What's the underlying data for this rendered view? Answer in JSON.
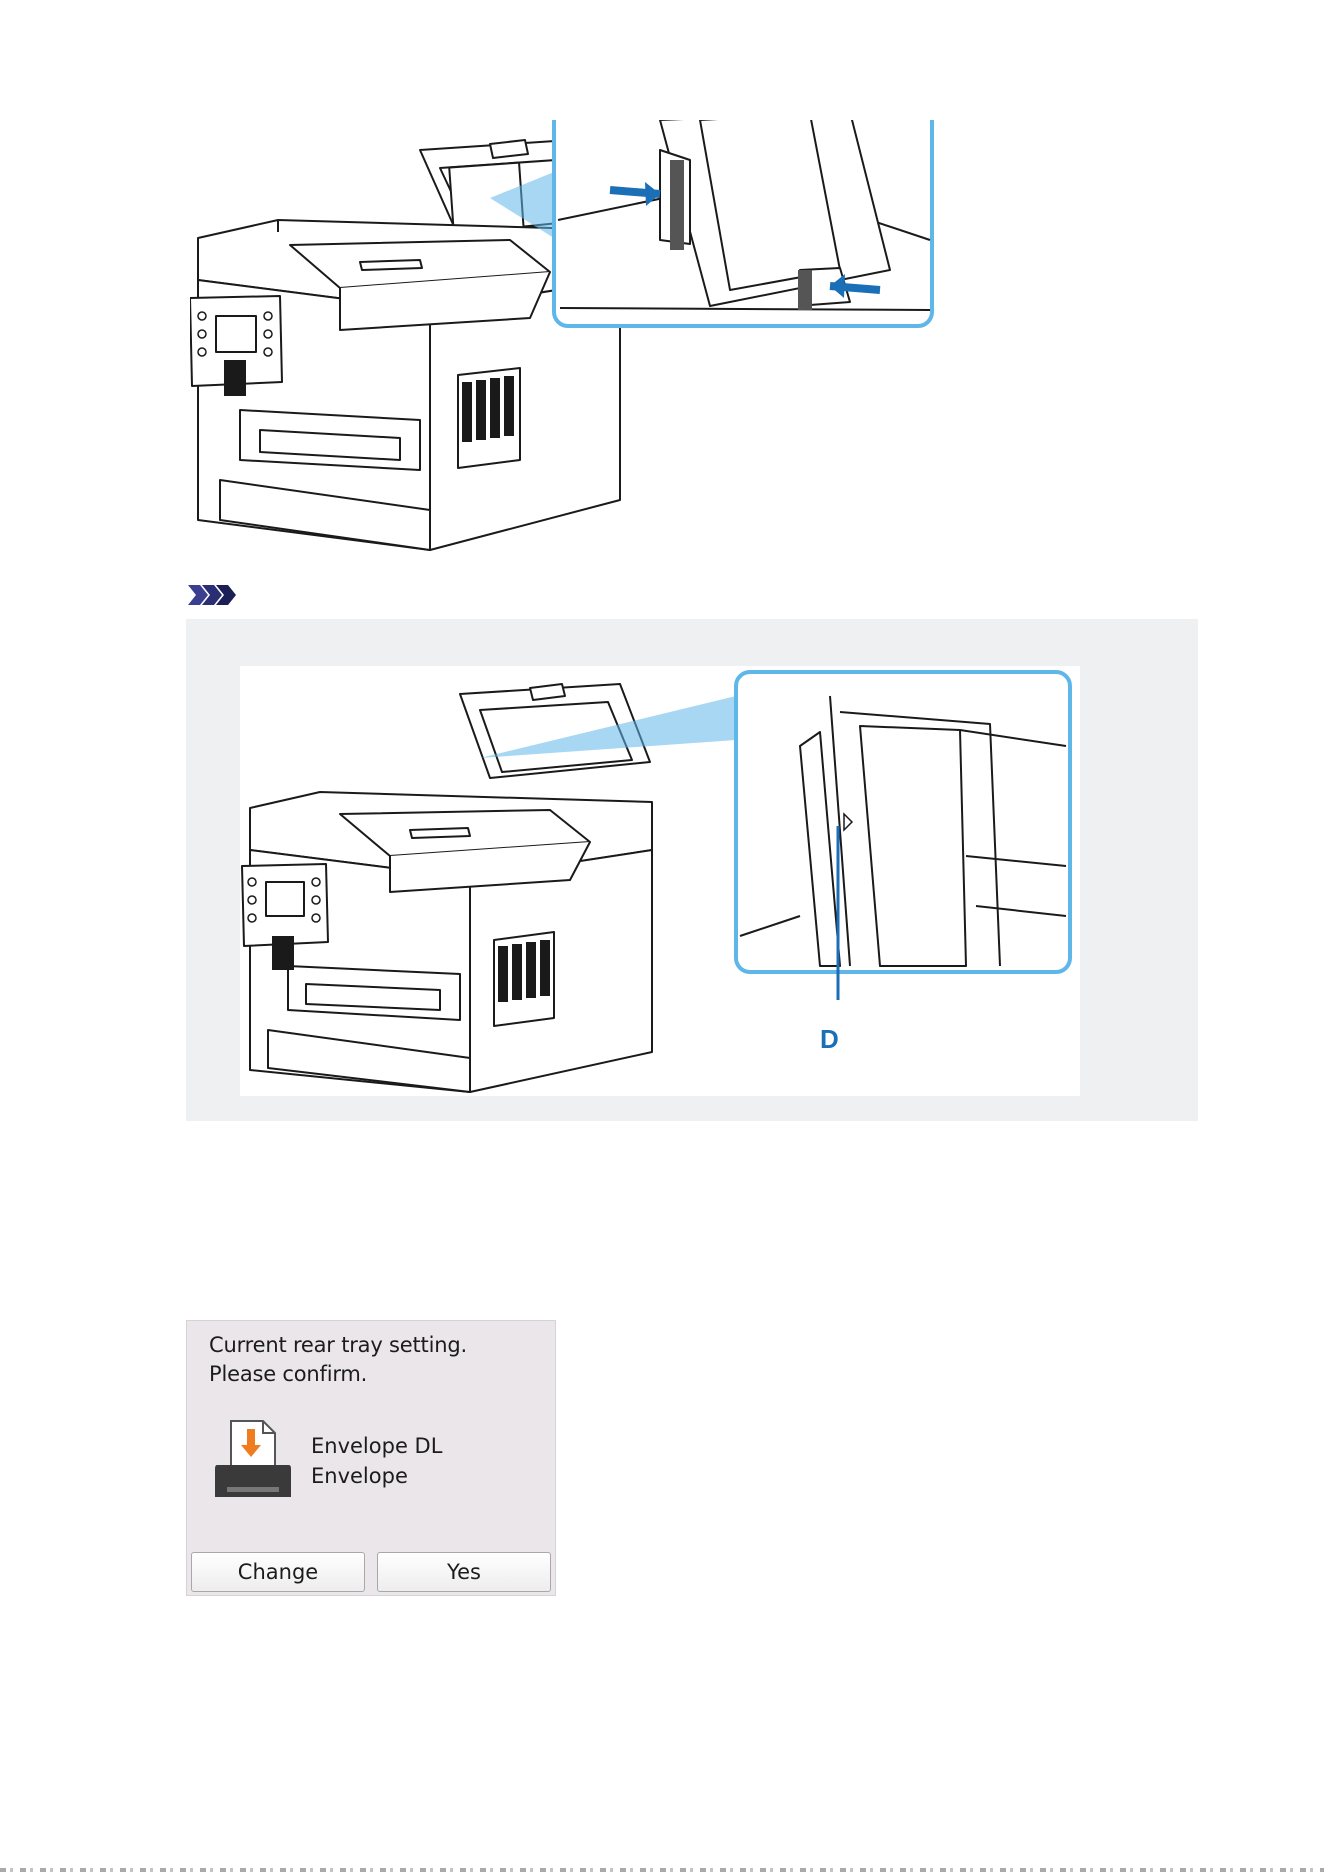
{
  "note_box": {
    "callout_label": "D"
  },
  "lcd": {
    "message_line1": "Current rear tray setting.",
    "message_line2": "Please confirm.",
    "paper_size": "Envelope DL",
    "media_type": "Envelope",
    "change_button": "Change",
    "yes_button": "Yes"
  },
  "icons": {
    "note": "note-icon",
    "tray": "rear-tray-icon"
  },
  "colors": {
    "accent_blue": "#1a6fb7",
    "callout_outline": "#5fb6e8",
    "arrow_orange": "#ef7d1f",
    "note_bg": "#eff0f2",
    "lcd_bg": "#eae6ea"
  }
}
